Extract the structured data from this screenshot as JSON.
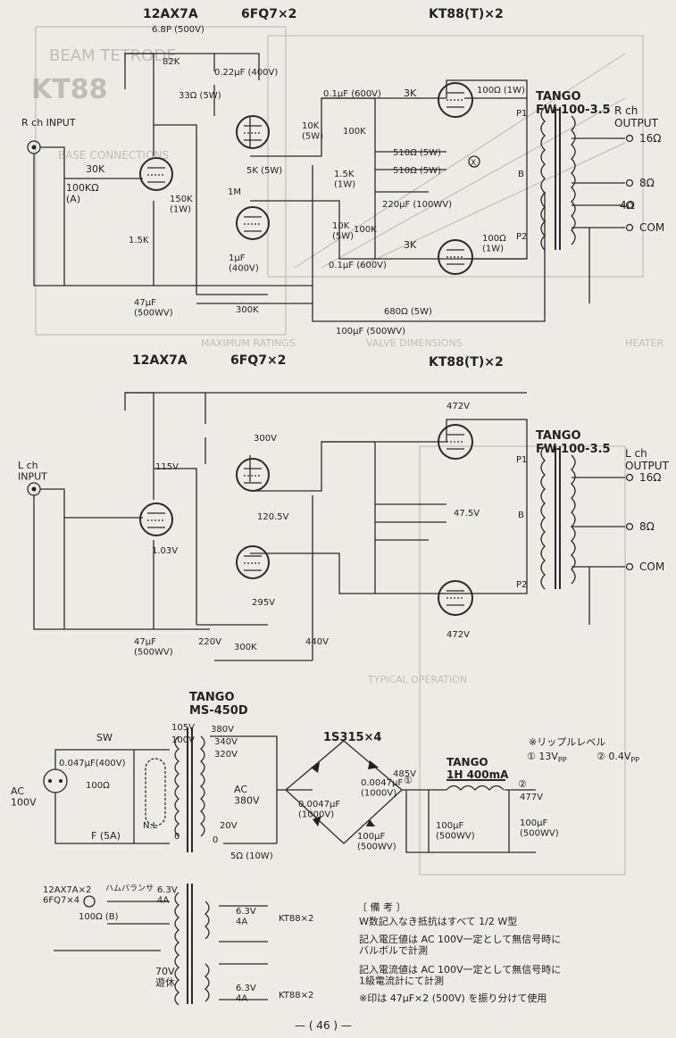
{
  "page_number": "— ( 46 ) —",
  "background_sheet": {
    "title": "BEAM TETRODE",
    "type": "KT88",
    "base_connections": "BASE CONNECTIONS",
    "maximum_ratings": "MAXIMUM RATINGS",
    "valve_dimensions": "VALVE DIMENSIONS",
    "heater": "HEATER",
    "typical_operation": "TYPICAL OPERATION"
  },
  "right_channel": {
    "tube1": "12AX7A",
    "tube2": "6FQ7×2",
    "tube3": "KT88(T)×2",
    "input_label": "R ch\nINPUT",
    "output_label": "R ch\nOUTPUT",
    "transformer": "TANGO\nFW-100-3.5",
    "components": {
      "c_fb": "6.8P (500V)",
      "r_fb": "82K",
      "c_couple": "0.22μF (400V)",
      "r_33": "33Ω (5W)",
      "r_in": "30K",
      "vol": "100KΩ\n(A)",
      "r_150k": "150K\n(1W)",
      "r_1m": "1M",
      "r_15k": "1.5K",
      "r_5k": "5K (5W)",
      "c_1u": "1μF\n(400V)",
      "c_47u": "47μF\n(500WV)",
      "r_300k": "300K",
      "c_01a": "0.1μF (600V)",
      "c_01b": "0.1μF (600V)",
      "r_10k_a": "10K\n(5W)",
      "r_10k_b": "10K\n(5W)",
      "r_100k_a": "100K",
      "r_100k_b": "100K",
      "r_15k_1w": "1.5K\n(1W)",
      "r_3k_a": "3K",
      "r_3k_b": "3K",
      "r_510_a": "510Ω (5W)",
      "r_510_b": "510Ω (5W)",
      "c_220": "220μF (100WV)",
      "r_100_a": "100Ω (1W)",
      "r_100_b": "100Ω\n(1W)",
      "r_680": "680Ω (5W)",
      "c_100u": "100μF (500WV)",
      "x_mark": "X",
      "p1": "P1",
      "p2": "P2",
      "b": "B"
    },
    "taps": [
      "16Ω",
      "8Ω",
      "4Ω",
      "COM"
    ]
  },
  "left_channel": {
    "tube1": "12AX7A",
    "tube2": "6FQ7×2",
    "tube3": "KT88(T)×2",
    "input_label": "L ch\nINPUT",
    "output_label": "L ch\nOUTPUT",
    "transformer": "TANGO\nFW-100-3.5",
    "voltages": {
      "v472_top": "472V",
      "v300": "300V",
      "v115": "115V",
      "v120_5": "120.5V",
      "v1_03": "1.03V",
      "v47_5": "47.5V",
      "v295": "295V",
      "v472_bot": "472V",
      "v220": "220V",
      "v440": "440V"
    },
    "c_47u": "47μF\n(500WV)",
    "r_300k": "300K",
    "p1": "P1",
    "p2": "P2",
    "b": "B",
    "taps": [
      "16Ω",
      "8Ω",
      "COM"
    ]
  },
  "power_supply": {
    "transformer": "TANGO\nMS-450D",
    "rectifier": "1S315×4",
    "choke": "TANGO\n1H 400mA",
    "ripple_title": "※リップルレベル",
    "ripple1": "① 13V",
    "ripple1_sub": "PP",
    "ripple2": "② 0.4V",
    "ripple2_sub": "PP",
    "sw": "SW",
    "ac": "AC\n100V",
    "fuse": "F (5A)",
    "c_snub": "0.047μF(400V)",
    "r_snub": "100Ω",
    "nl": "N.L",
    "zero": "0",
    "p_105": "105V",
    "p_100": "100V",
    "s_380": "380V",
    "s_340": "340V",
    "s_320": "320V",
    "s_ac380": "AC\n380V",
    "s_20": "20V",
    "s_0": "0",
    "r_5": "5Ω (10W)",
    "c_d1": "0.0047μF\n(1000V)",
    "c_d2": "0.0047μF\n(1000V)",
    "c_100_a": "100μF\n(500WV)",
    "c_100_b": "100μF\n(500WV)",
    "c_100_c": "100μF\n(500WV)",
    "v485": "485V",
    "v477": "477V",
    "node1": "①",
    "node2": "②",
    "heater_left": "12AX7A×2\n6FQ7×4",
    "hum_balancer": "ハムバランサ",
    "r_100b": "100Ω (B)",
    "h1": "6.3V\n4A",
    "h2": "6.3V\n4A",
    "h3": "6.3V\n4A",
    "kt_a": "KT88×2",
    "kt_b": "KT88×2",
    "v70": "70V\n遊休"
  },
  "notes": {
    "title": "〔 備 考 〕",
    "items": [
      "W数記入なき抵抗はすべて 1/2 W型",
      "記入電圧値は AC 100V一定として無信号時に\nバルボルで計測",
      "記入電流値は AC 100V一定として無信号時に\n1級電流計にて計測",
      "※印は 47μF×2 (500V) を振り分けて使用"
    ]
  }
}
